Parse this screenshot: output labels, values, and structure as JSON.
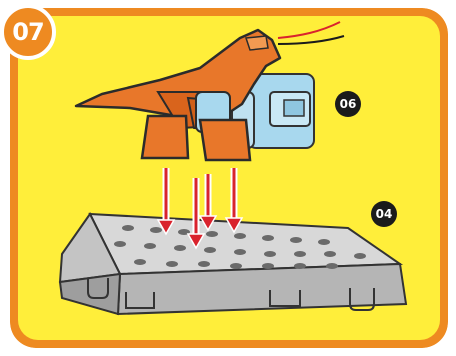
{
  "step": {
    "number": "07",
    "badge_color": "#ee8a21"
  },
  "parts": [
    {
      "id": "06"
    },
    {
      "id": "04"
    }
  ],
  "colors": {
    "frame": "#ee8a21",
    "background": "#ffee3a",
    "dinosaur": "#e8772a",
    "motor": "#a8d8ee",
    "base": "#a9a9a9",
    "arrows": "#d9232d"
  }
}
